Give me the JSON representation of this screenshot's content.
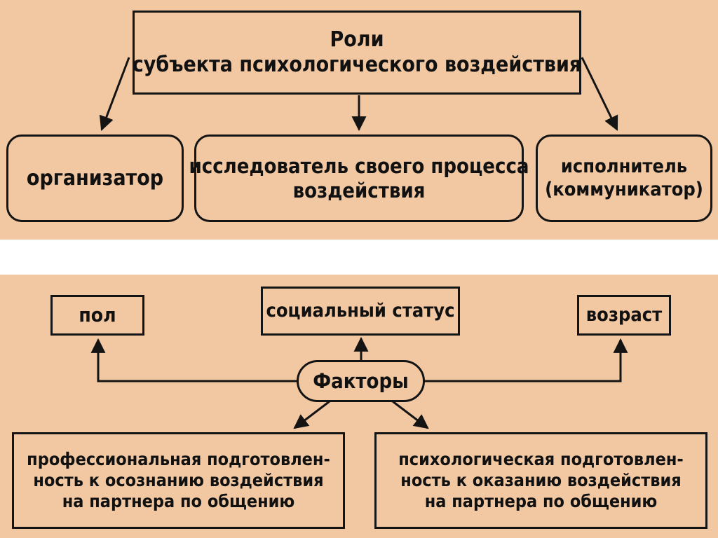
{
  "roles": {
    "title_line1": "Роли",
    "title_line2": "субъекта психологического воздействия",
    "items": [
      {
        "lines": [
          "организатор"
        ]
      },
      {
        "lines": [
          "исследователь своего процесса",
          "воздействия"
        ]
      },
      {
        "lines": [
          "исполнитель",
          "(коммуникатор)"
        ]
      }
    ]
  },
  "factors": {
    "center": "Факторы",
    "top_left": "пол",
    "top_center": "социальный статус",
    "top_right": "возраст",
    "bottom_left": [
      "профессиональная подготовлен-",
      "ность к осознанию воздействия",
      "на партнера по общению"
    ],
    "bottom_right": [
      "психологическая подготовлен-",
      "ность к оказанию воздействия",
      "на партнера по общению"
    ]
  },
  "colors": {
    "panel": "#f2c8a3",
    "stroke": "#141414"
  }
}
